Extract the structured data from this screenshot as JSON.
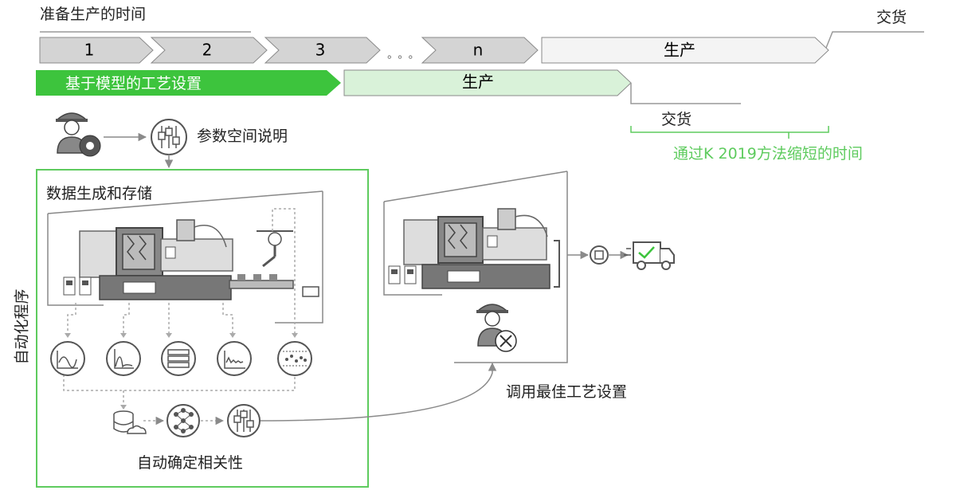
{
  "texts": {
    "prep_time": "准备生产的时间",
    "delivery_top": "交货",
    "step1": "1",
    "step2": "2",
    "step3": "3",
    "dots": "∘ ∘ ∘",
    "stepn": "n",
    "production_top": "生产",
    "model_setup": "基于模型的工艺设置",
    "production_mid": "生产",
    "delivery_mid": "交货",
    "param_space": "参数空间说明",
    "k2019": "通过K 2019方法缩短的时间",
    "data_gen": "数据生成和存储",
    "auto_process": "自动化程序",
    "call_best": "调用最佳工艺设置",
    "auto_relevance": "自动确定相关性"
  },
  "colors": {
    "green": "#3dc43d",
    "light_green": "#d9f2d9",
    "green_text": "#5ecb5e",
    "grey_chevron": "#d4d4d4",
    "light_chevron": "#f4f4f4",
    "stroke": "#8a8a8a",
    "dark": "#555555"
  },
  "icons": [
    "worker-gear-icon",
    "parameter-sliders-icon",
    "injection-machine-icon",
    "robot-arm-icon",
    "chart-curve-icon",
    "chart-peak-icon",
    "list-icon",
    "chart-noise-icon",
    "scatter-icon",
    "database-cloud-icon",
    "neural-network-icon",
    "sliders-icon",
    "stop-icon",
    "truck-check-icon",
    "worker-tools-icon"
  ]
}
